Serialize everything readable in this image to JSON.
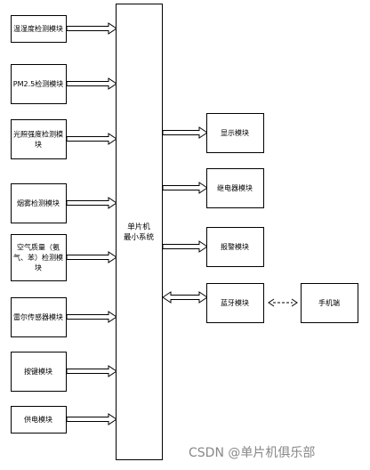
{
  "diagram": {
    "input_modules": [
      {
        "label_lines": [
          "温湿度检测模块"
        ]
      },
      {
        "label_lines": [
          "PM2.5检测模块"
        ]
      },
      {
        "label_lines": [
          "光照强度检测模",
          "块"
        ]
      },
      {
        "label_lines": [
          "烟雾检测模块"
        ]
      },
      {
        "label_lines": [
          "空气质量（氨",
          "气、苯）检测模",
          "块"
        ]
      },
      {
        "label_lines": [
          "雷尔传感器模块"
        ]
      },
      {
        "label_lines": [
          "按键模块"
        ]
      },
      {
        "label_lines": [
          "供电模块"
        ]
      }
    ],
    "mcu": {
      "label_lines": [
        "单片机",
        "最小系统"
      ]
    },
    "output_modules": [
      {
        "label_lines": [
          "显示模块"
        ],
        "arrow": "right"
      },
      {
        "label_lines": [
          "继电器模块"
        ],
        "arrow": "right"
      },
      {
        "label_lines": [
          "报警模块"
        ],
        "arrow": "right"
      },
      {
        "label_lines": [
          "蓝牙模块"
        ],
        "arrow": "both"
      }
    ],
    "phone": {
      "label_lines": [
        "手机端"
      ]
    },
    "wireless_link": "dashed-both"
  },
  "watermark": "CSDN @单片机俱乐部"
}
